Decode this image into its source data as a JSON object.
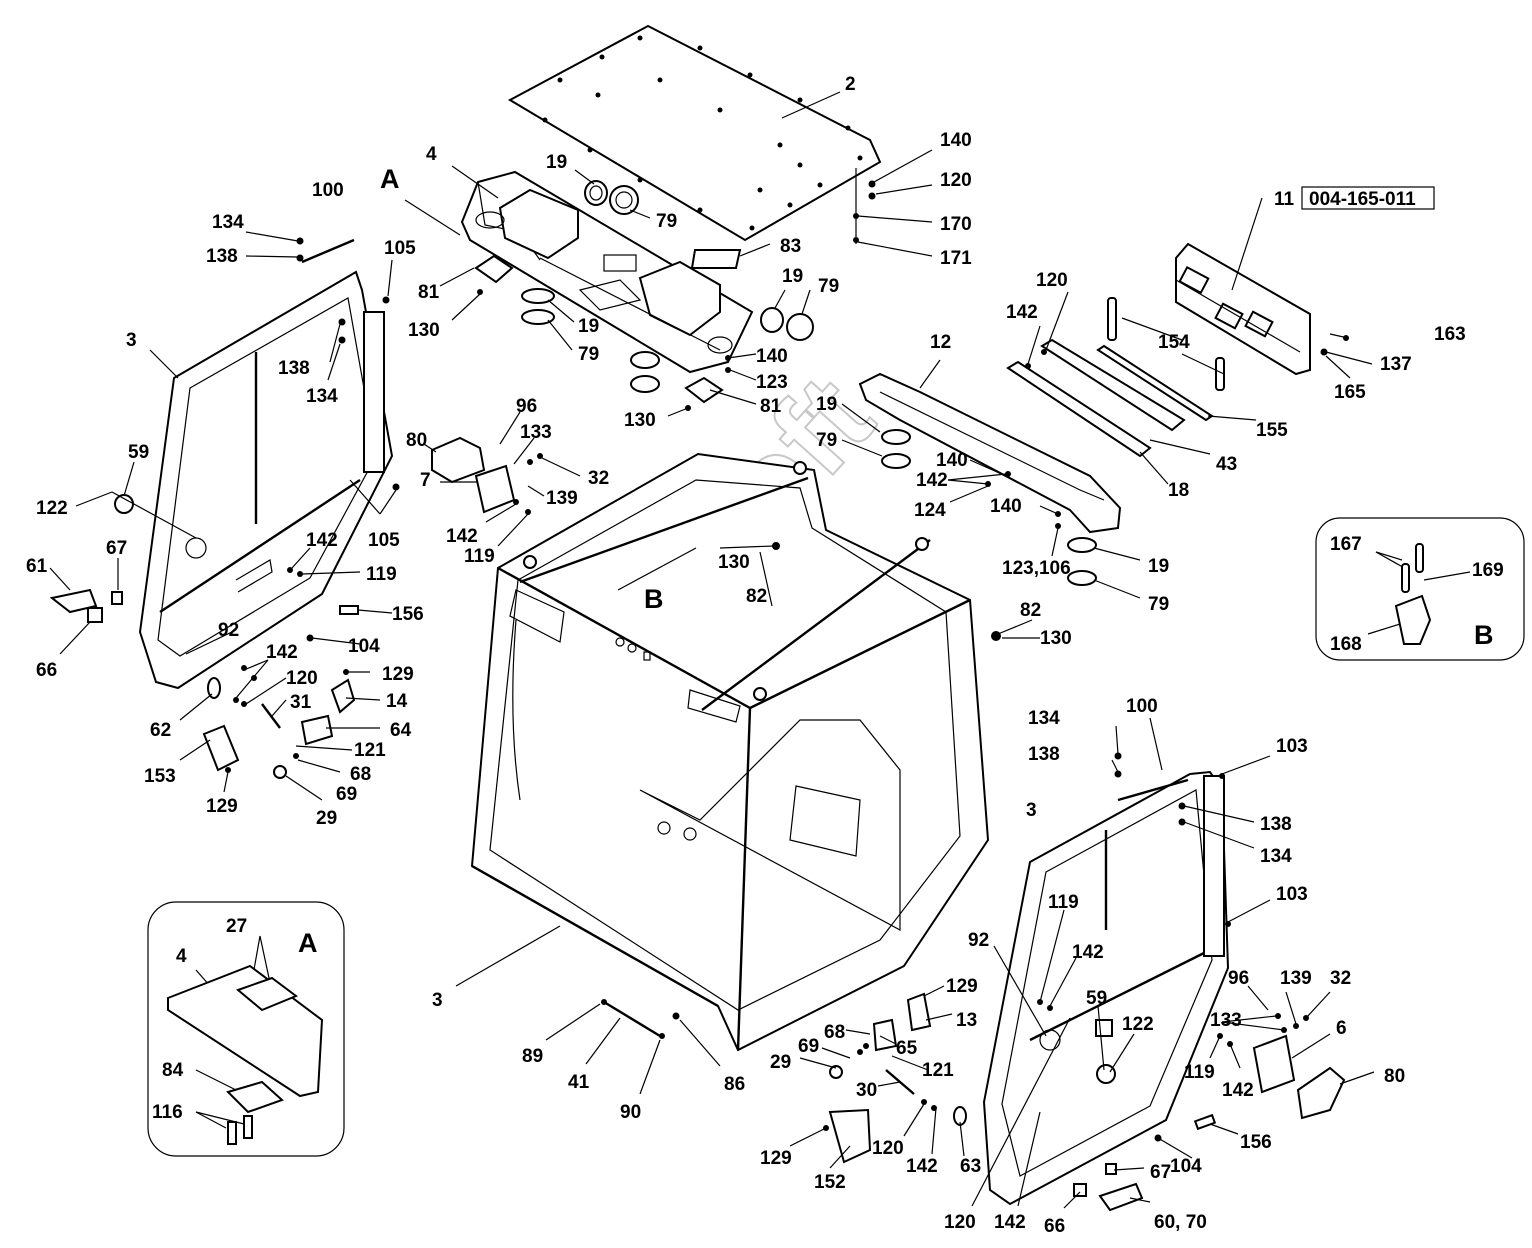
{
  "refcode": "004-165-011",
  "watermark": "AutoSoft",
  "detail_letters": {
    "a": "A",
    "b": "B"
  },
  "labels": {
    "l2": "2",
    "l140a": "140",
    "l120a": "120",
    "l170": "170",
    "l171": "171",
    "l4": "4",
    "l19a": "19",
    "l79a": "79",
    "l83": "83",
    "l19b": "19",
    "l79b": "79",
    "l81a": "81",
    "l130a": "130",
    "l19c": "19",
    "l79c": "79",
    "l140b": "140",
    "l123a": "123",
    "l130b": "130",
    "l81b": "81",
    "l100a": "100",
    "l134a": "134",
    "l138a": "138",
    "l105a": "105",
    "l3a": "3",
    "l138b": "138",
    "l134b": "134",
    "l59a": "59",
    "l122a": "122",
    "l67a": "67",
    "l61": "61",
    "l66a": "66",
    "l142a": "142",
    "l119a": "119",
    "l105b": "105",
    "l92a": "92",
    "l156a": "156",
    "l104a": "104",
    "l142b": "142",
    "l120b": "120",
    "l129a": "129",
    "l14": "14",
    "l31": "31",
    "l62": "62",
    "l64": "64",
    "l121a": "121",
    "l68a": "68",
    "l153": "153",
    "l69a": "69",
    "l129b": "129",
    "l29a": "29",
    "l80a": "80",
    "l96a": "96",
    "l133a": "133",
    "l32a": "32",
    "l7": "7",
    "l139a": "139",
    "l142c": "142",
    "l119b": "119",
    "l11": "11",
    "l120c": "120",
    "l163": "163",
    "l142d": "142",
    "l154": "154",
    "l137": "137",
    "l12": "12",
    "l165": "165",
    "l19d": "19",
    "l155": "155",
    "l79d": "79",
    "l43": "43",
    "l140c": "140",
    "l18": "18",
    "l142e": "142",
    "l124": "124",
    "l140d": "140",
    "l123b": "123,106",
    "l19e": "19",
    "l79e": "79",
    "l130c": "130",
    "l82a": "82",
    "l82b": "82",
    "l130d": "130",
    "l167": "167",
    "l169": "169",
    "l168": "168",
    "l100b": "100",
    "l134c": "134",
    "l103a": "103",
    "l138c": "138",
    "l138d": "138",
    "l3b": "3",
    "l134d": "134",
    "l103b": "103",
    "l119c": "119",
    "l92b": "92",
    "l142f": "142",
    "l59b": "59",
    "l122b": "122",
    "l96b": "96",
    "l139b": "139",
    "l32b": "32",
    "l133b": "133",
    "l6": "6",
    "l119d": "119",
    "l142g": "142",
    "l80b": "80",
    "l156b": "156",
    "l104b": "104",
    "l67b": "67",
    "l6070": "60, 70",
    "l66b": "66",
    "l142h": "142",
    "l120d": "120",
    "l129c": "129",
    "l13": "13",
    "l68b": "68",
    "l65": "65",
    "l29b": "29",
    "l69b": "69",
    "l121b": "121",
    "l30": "30",
    "l120e": "120",
    "l142i": "142",
    "l63": "63",
    "l129d": "129",
    "l152": "152",
    "l3c": "3",
    "l89": "89",
    "l41": "41",
    "l90": "90",
    "l86": "86",
    "l27": "27",
    "l4b": "4",
    "l84": "84",
    "l116": "116"
  }
}
